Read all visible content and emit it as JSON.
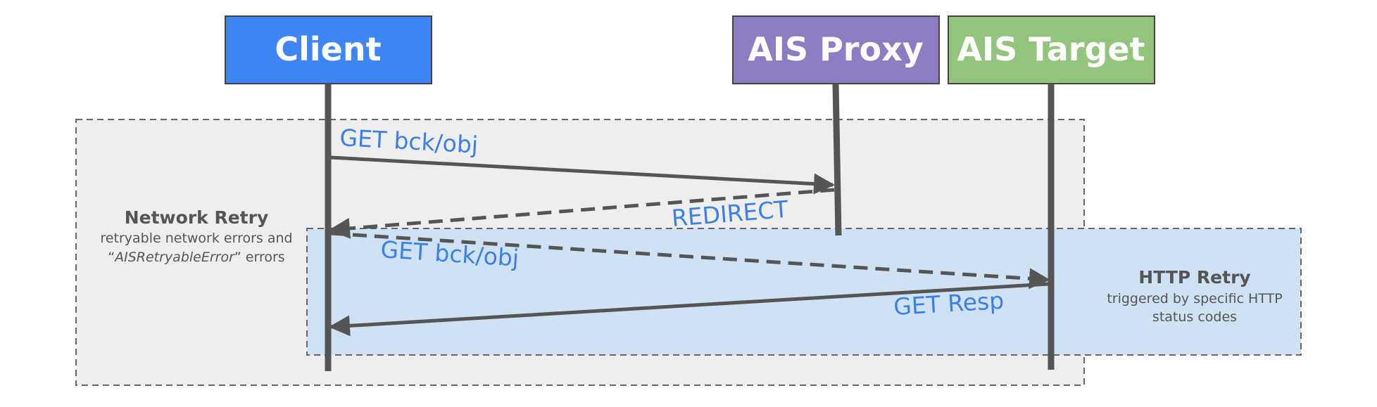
{
  "actors": {
    "client": {
      "label": "Client",
      "color": "#3f85f4"
    },
    "proxy": {
      "label": "AIS Proxy",
      "color": "#8e7cc3"
    },
    "target": {
      "label": "AIS Target",
      "color": "#93c47d"
    }
  },
  "messages": {
    "get_to_proxy": "GET bck/obj",
    "redirect": "REDIRECT",
    "get_to_target": "GET bck/obj",
    "get_resp": "GET Resp"
  },
  "regions": {
    "network_retry": {
      "title": "Network Retry",
      "line1": "retryable network errors and",
      "line2_prefix": "“",
      "line2_italic": "AISRetryableError",
      "line2_suffix": "” errors",
      "fill": "#eeeeee"
    },
    "http_retry": {
      "title": "HTTP Retry",
      "line1": "triggered by specific HTTP",
      "line2": "status codes",
      "fill": "#cfe2f3"
    }
  },
  "colors": {
    "line": "#555555",
    "message_text": "#3d7fe6"
  }
}
